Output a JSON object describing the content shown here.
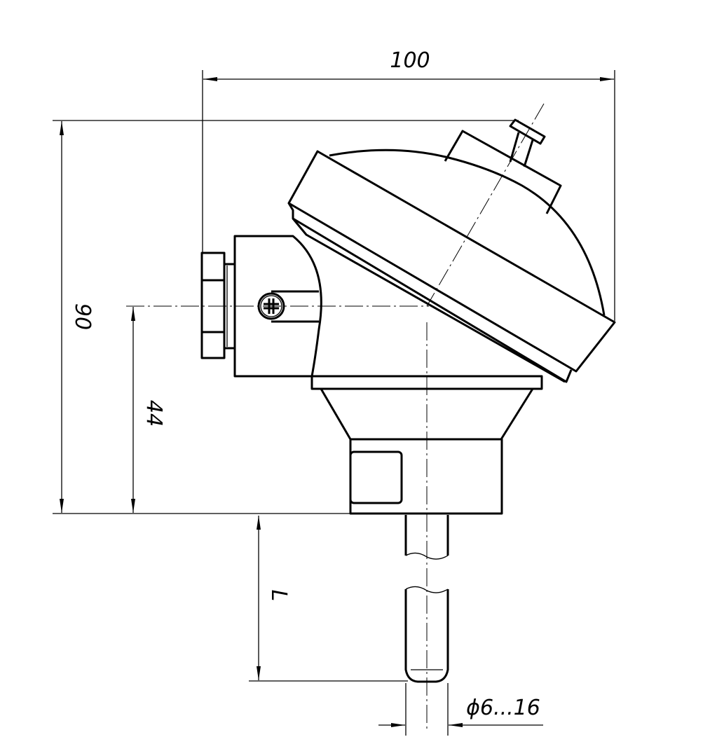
{
  "drawing": {
    "dimensions": {
      "width_label": "100",
      "height_label": "90",
      "axis_height_label": "44",
      "length_label": "L",
      "diameter_label": "ϕ6...16"
    },
    "line_color": "#000000",
    "background": "#ffffff"
  }
}
